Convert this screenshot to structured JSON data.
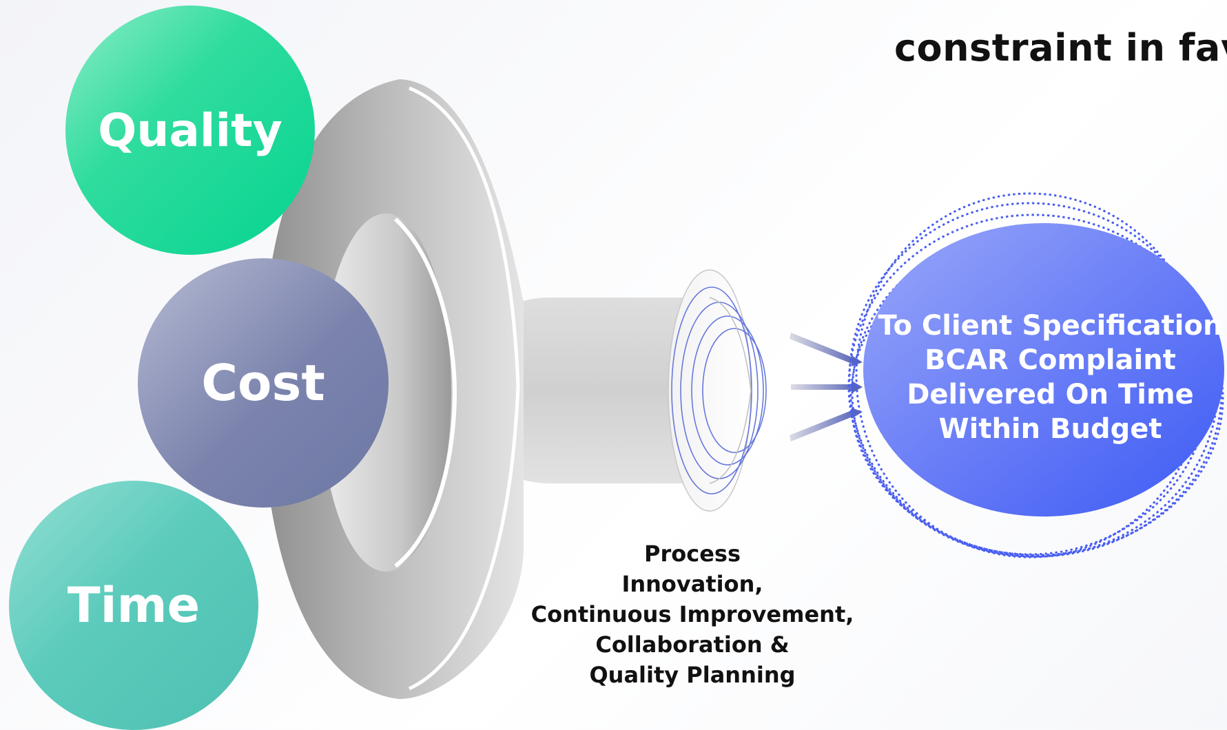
{
  "heading": "constraint in fav",
  "inputs": {
    "quality": "Quality",
    "cost": "Cost",
    "time": "Time"
  },
  "process_lines": [
    "Process",
    "Innovation,",
    "Continuous Improvement,",
    "Collaboration &",
    "Quality Planning"
  ],
  "outcome_lines": [
    "To Client Specification",
    "BCAR Complaint",
    "Delivered On Time",
    "Within Budget"
  ],
  "colors": {
    "quality": "#06d490",
    "cost": "#6c78a4",
    "time": "#4ec0b2",
    "outcome": "#4f68f5",
    "funnel": "#b8b8b8"
  }
}
